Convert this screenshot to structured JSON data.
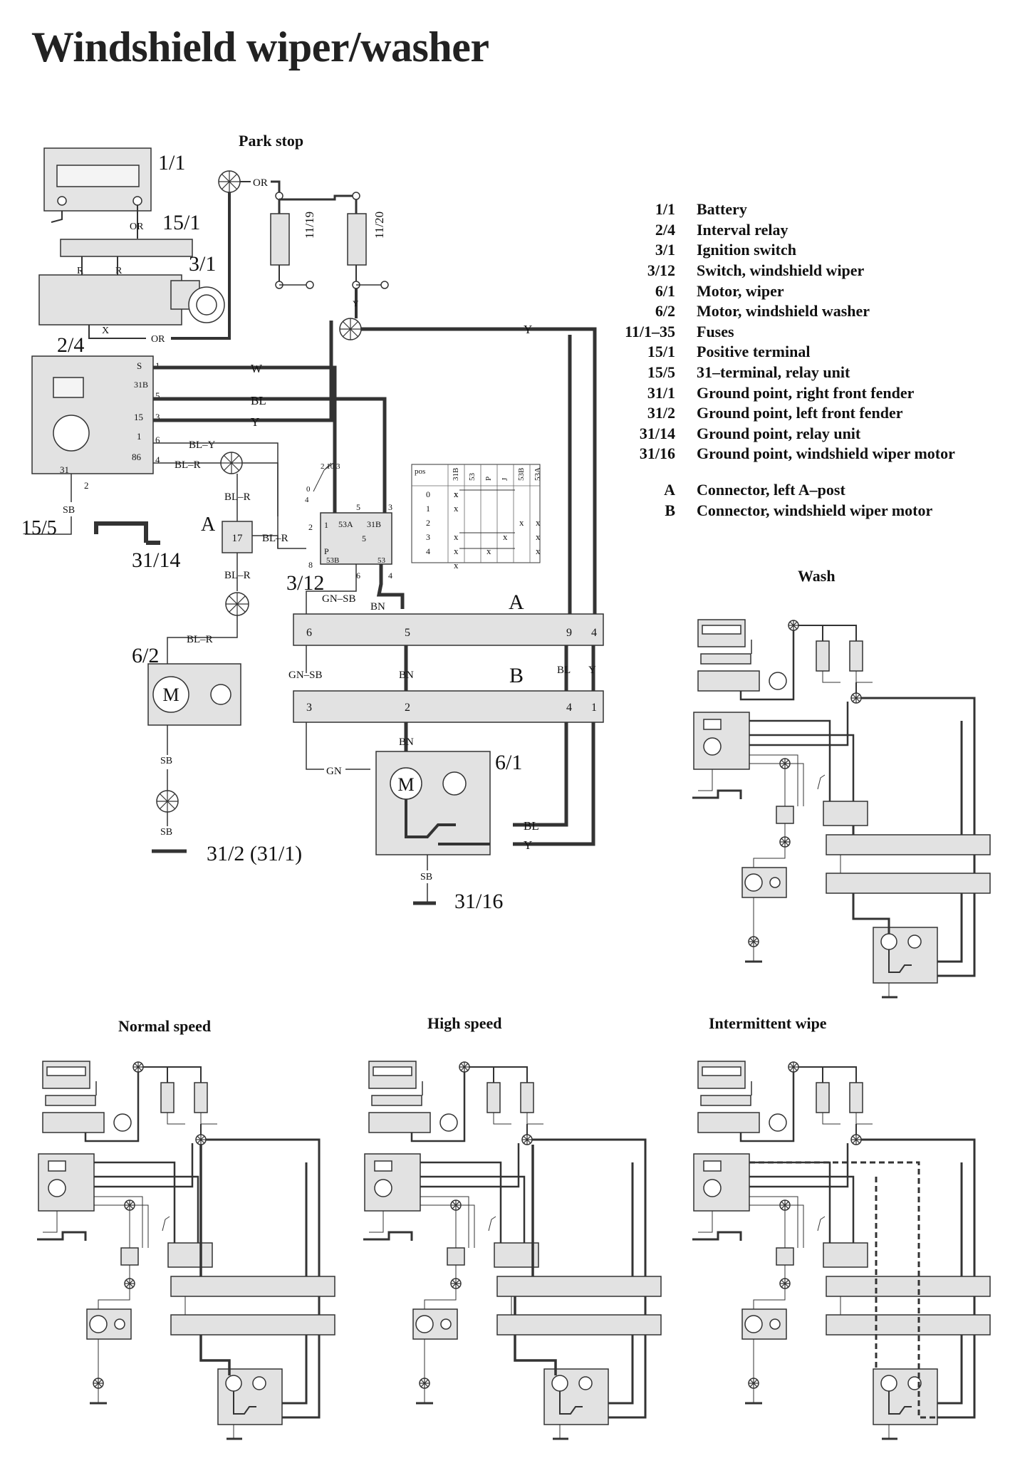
{
  "title": "Windshield wiper/washer",
  "legend": [
    {
      "code": "1/1",
      "label": "Battery"
    },
    {
      "code": "2/4",
      "label": "Interval relay"
    },
    {
      "code": "3/1",
      "label": "Ignition switch"
    },
    {
      "code": "3/12",
      "label": "Switch, windshield wiper"
    },
    {
      "code": "6/1",
      "label": "Motor, wiper"
    },
    {
      "code": "6/2",
      "label": "Motor, windshield washer"
    },
    {
      "code": "11/1–35",
      "label": "Fuses"
    },
    {
      "code": "15/1",
      "label": "Positive terminal"
    },
    {
      "code": "15/5",
      "label": "31–terminal, relay unit"
    },
    {
      "code": "31/1",
      "label": "Ground point, right front fender"
    },
    {
      "code": "31/2",
      "label": "Ground point, left front fender"
    },
    {
      "code": "31/14",
      "label": "Ground point, relay unit"
    },
    {
      "code": "31/16",
      "label": "Ground point, windshield wiper motor"
    }
  ],
  "connectors": [
    {
      "code": "A",
      "label": "Connector, left A–post"
    },
    {
      "code": "B",
      "label": "Connector, windshield wiper motor"
    }
  ],
  "main": {
    "park_stop": "Park stop",
    "battery": "1/1",
    "positive_terminal": "15/1",
    "ignition_switch": "3/1",
    "interval_relay": "2/4",
    "fuse_a": "11/19",
    "fuse_b": "11/20",
    "relay_31_terminal": "15/5",
    "relay_ground": "31/14",
    "connector_a_box": "A",
    "connector_a_box_num": "17",
    "washer_motor": "6/2",
    "washer_ground": "31/2 (31/1)",
    "wiper_switch": "3/12",
    "wiper_motor": "6/1",
    "wiper_ground": "31/16",
    "connector_a": "A",
    "connector_b": "B",
    "motor_letter": "M",
    "wires": {
      "or": "OR",
      "r": "R",
      "x": "X",
      "y": "Y",
      "w": "W",
      "bl": "BL",
      "bl_y": "BL–Y",
      "bl_r": "BL–R",
      "sb": "SB",
      "gn_sb": "GN–SB",
      "bn": "BN",
      "gn": "GN"
    },
    "relay_pins": {
      "s": "S",
      "p31b": "31B",
      "p15": "15",
      "p1": "1",
      "p86": "86",
      "p31": "31",
      "n1": "1",
      "n5": "5",
      "n3": "3",
      "n6": "6",
      "n4": "4",
      "n2": "2"
    },
    "switch_pins": {
      "p53a": "53A",
      "p31b": "31B",
      "p53b": "53B",
      "p53": "53",
      "pJ": "J",
      "pP": "P",
      "n1": "1",
      "n2": "2",
      "n3": "3",
      "n5": "5",
      "n6": "6",
      "n8": "8",
      "n4": "4",
      "n0": "0",
      "n10": "10"
    },
    "connector_a_pins": [
      "6",
      "5",
      "9",
      "4"
    ],
    "connector_b_pins": [
      "3",
      "2",
      "4",
      "1"
    ],
    "pos_table": {
      "header": [
        "pos",
        "31B",
        "53",
        "P",
        "J",
        "53B",
        "53A"
      ],
      "rows": [
        "0",
        "1",
        "2",
        "3",
        "4"
      ]
    }
  },
  "mini_titles": {
    "wash": "Wash",
    "normal": "Normal speed",
    "high": "High speed",
    "intermittent": "Intermittent wipe"
  }
}
